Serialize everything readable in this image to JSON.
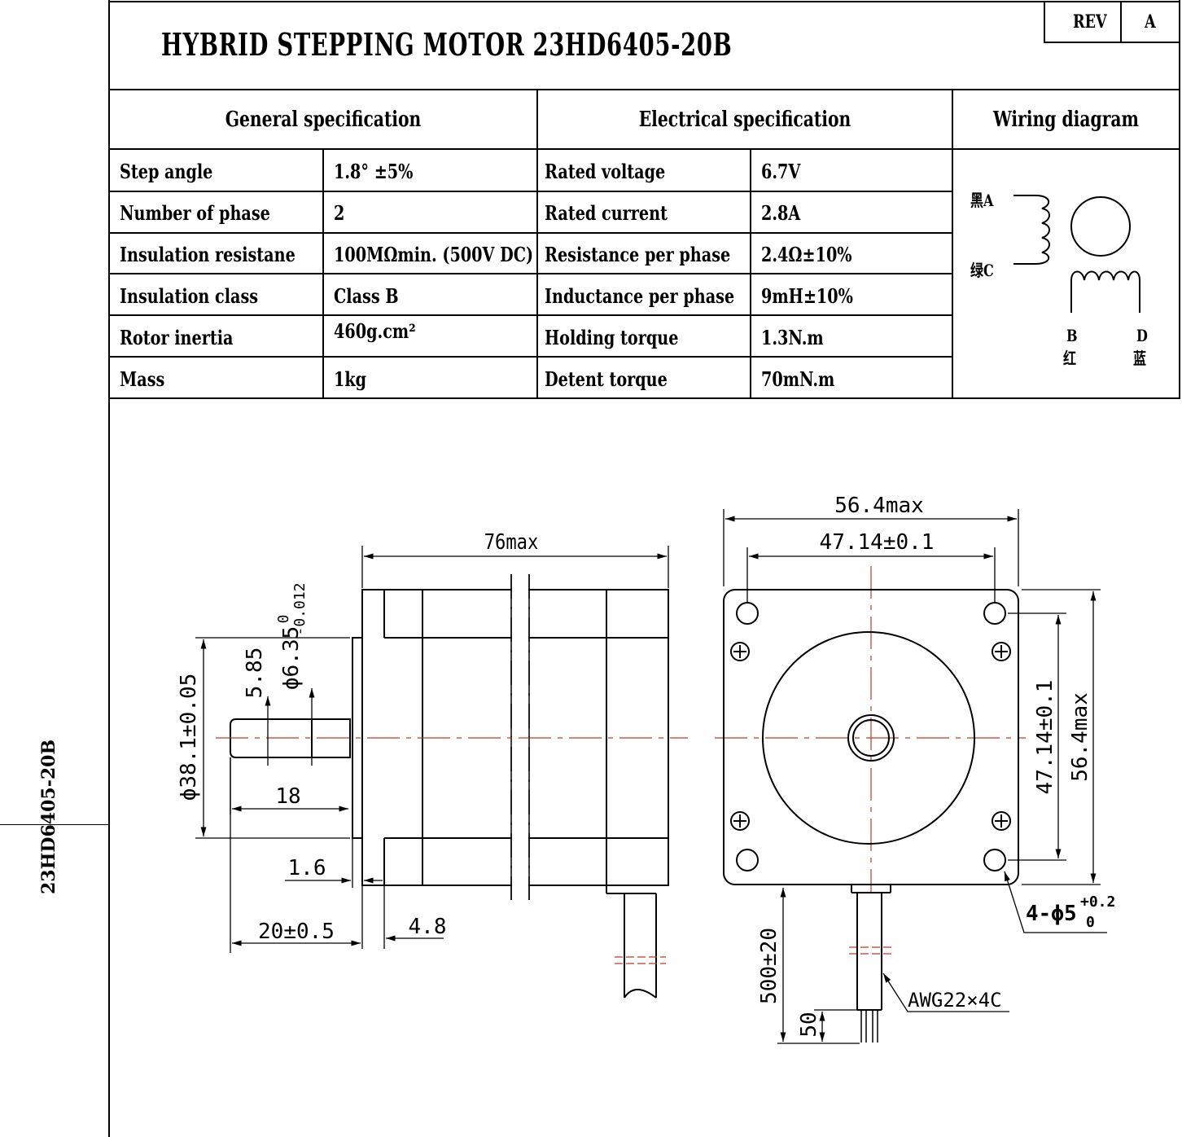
{
  "title": "HYBRID STEPPING MOTOR   23HD6405-20B",
  "rev": {
    "label": "REV",
    "value": "A"
  },
  "side_label": "23HD6405-20B",
  "headers": {
    "general": "General   specification",
    "electrical": "Electrical   specification",
    "wiring": "Wiring diagram"
  },
  "general_spec": [
    {
      "label": "Step angle",
      "value": "1.8°  ±5%"
    },
    {
      "label": "Number of phase",
      "value": "2"
    },
    {
      "label": "Insulation resistane",
      "value": "100MΩmin. (500V DC)"
    },
    {
      "label": "Insulation class",
      "value": "Class B"
    },
    {
      "label": "Rotor inertia",
      "value": "460g.cm²"
    },
    {
      "label": "Mass",
      "value": "1kg"
    }
  ],
  "electrical_spec": [
    {
      "label": "Rated voltage",
      "value": "6.7V"
    },
    {
      "label": "Rated current",
      "value": "2.8A"
    },
    {
      "label": "Resistance per phase",
      "value": "2.4Ω±10%"
    },
    {
      "label": "Inductance per phase",
      "value": "9mH±10%"
    },
    {
      "label": "Holding torque",
      "value": "1.3N.m"
    },
    {
      "label": "Detent torque",
      "value": "70mN.m"
    }
  ],
  "wiring": {
    "a": "黑A",
    "c": "绿C",
    "b": "B",
    "b_cn": "红",
    "d": "D",
    "d_cn": "蓝"
  },
  "dims": {
    "length": "76max",
    "width_total": "56.4max",
    "hole_pitch": "47.14±0.1",
    "hole_pitch_v": "47.14±0.1",
    "height_total": "56.4max",
    "pilot": "ϕ38.1±0.05",
    "shaft_dia": "ϕ6.35",
    "shaft_tol_top": "0",
    "shaft_tol_bot": "-0.012",
    "flat": "5.85",
    "shaft_len": "18",
    "pilot_depth": "1.6",
    "shaft_total": "20±0.5",
    "flange": "4.8",
    "holes": "4-ϕ5",
    "holes_tol_top": "+0.2",
    "holes_tol_bot": "0",
    "lead_len": "500±20",
    "strip": "50",
    "wire": "AWG22×4C"
  }
}
